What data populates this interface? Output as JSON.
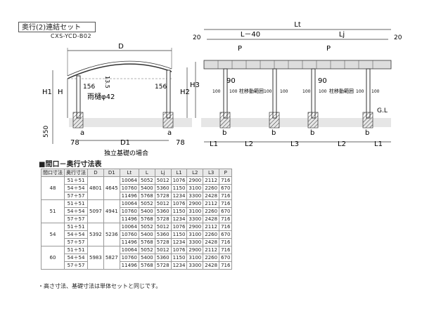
{
  "header": {
    "title": "奥行(2)連結セット",
    "code": "CXS-YCD-B02"
  },
  "left_diagram": {
    "labels": {
      "D": "D",
      "D1": "D1",
      "H1": "H1",
      "H": "H",
      "H2": "H2",
      "H3": "H3",
      "d135": "13.5",
      "d156_left": "156",
      "d156_right": "156",
      "gutter": "雨樋φ42",
      "d550": "550",
      "d78_left": "78",
      "d78_right": "78",
      "a_left": "a",
      "a_right": "a",
      "caption": "独立基礎の場合"
    }
  },
  "right_diagram": {
    "labels": {
      "Lt": "Lt",
      "L40": "L－40",
      "Lj": "Lj",
      "d20_left": "20",
      "d20_right": "20",
      "P_left": "P",
      "P_right": "P",
      "d90_left": "90",
      "d90_right": "90",
      "range_left": "柱移動範囲",
      "range_right": "柱移動範囲",
      "GL": "G.L",
      "b1": "b",
      "b2": "b",
      "b3": "b",
      "b4": "b",
      "L1_left": "L1",
      "L2_left": "L2",
      "L3": "L3",
      "L2_right": "L2",
      "L1_right": "L1",
      "n100": [
        "100",
        "100",
        "100",
        "100",
        "100",
        "100",
        "100",
        "100"
      ]
    }
  },
  "table": {
    "title": "■間口－奥行寸法表",
    "headers": [
      "間口寸法",
      "奥行寸法",
      "D",
      "D1",
      "Lt",
      "L",
      "Lj",
      "L1",
      "L2",
      "L3",
      "P"
    ],
    "groups": [
      {
        "width": "48",
        "D": "4801",
        "D1": "4645"
      },
      {
        "width": "51",
        "D": "5097",
        "D1": "4941"
      },
      {
        "width": "54",
        "D": "5392",
        "D1": "5236"
      },
      {
        "width": "60",
        "D": "5983",
        "D1": "5827"
      }
    ],
    "rows": [
      {
        "depth": "51＋51",
        "Lt": "10064",
        "L": "5052",
        "Lj": "5012",
        "L1": "1076",
        "L2": "2900",
        "L3": "2112"
      },
      {
        "depth": "54＋54",
        "Lt": "10760",
        "L": "5400",
        "Lj": "5360",
        "L1": "1150",
        "L2": "3100",
        "L3": "2260"
      },
      {
        "depth": "57＋57",
        "Lt": "11496",
        "L": "5768",
        "Lj": "5728",
        "L1": "1234",
        "L2": "3300",
        "L3": "2428"
      }
    ],
    "P_values": [
      "716",
      "670",
      "716"
    ]
  },
  "note": "・高さ寸法、基礎寸法は単体セットと同じです。"
}
